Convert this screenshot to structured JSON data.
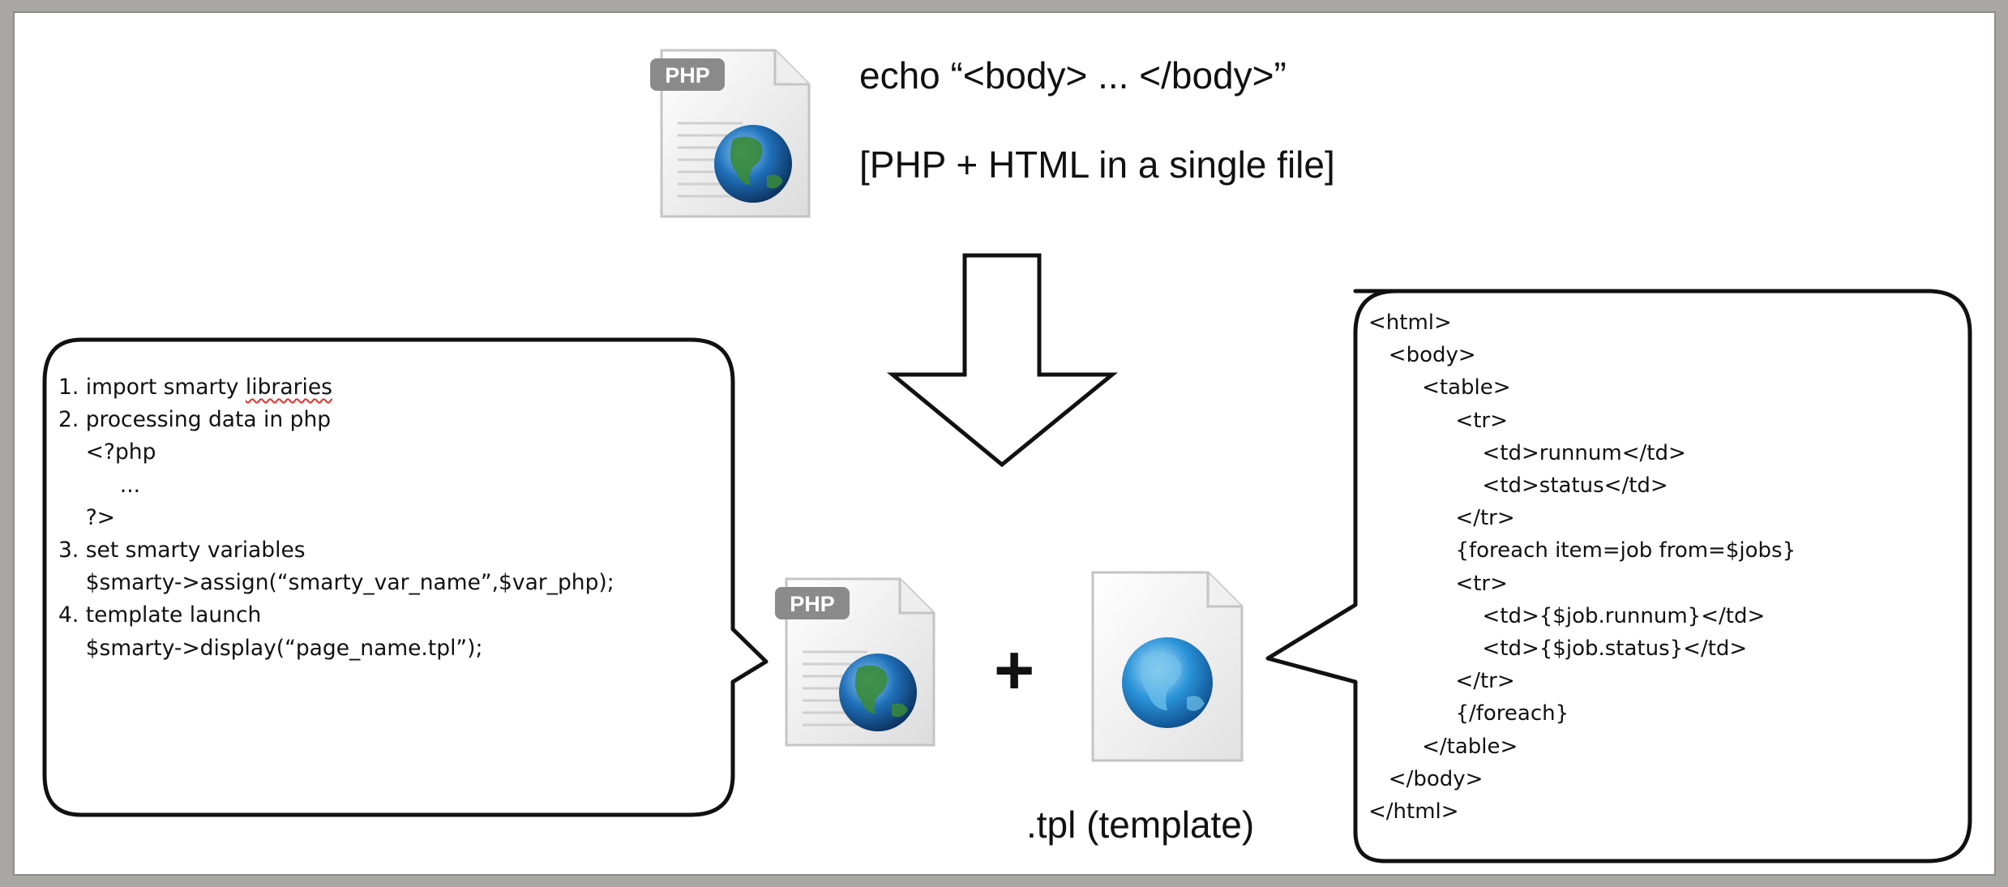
{
  "top": {
    "echo_text": "echo “<body> ... </body>”",
    "note_text": "[PHP + HTML in a single file]"
  },
  "icons": {
    "php_badge": "PHP",
    "php_icon": "php-file-globe-icon",
    "template_icon": "html-file-globe-icon"
  },
  "operators": {
    "plus": "+"
  },
  "template_caption": ".tpl (template)",
  "left_steps": {
    "step1_prefix": "1. import smarty ",
    "step1_misspelled": "libraries",
    "rest": [
      "",
      "2. processing data in php",
      "    <?php",
      "         ...",
      "    ?>",
      "",
      "3. set smarty variables",
      "    $smarty->assign(“smarty_var_name”,$var_php);",
      "",
      "4. template launch",
      "    $smarty->display(“page_name.tpl”);"
    ]
  },
  "right_template_code": [
    "<html>",
    "   <body>",
    "        <table>",
    "             <tr>",
    "                 <td>runnum</td>",
    "                 <td>status</td>",
    "             </tr>",
    "             {foreach item=job from=$jobs}",
    "             <tr>",
    "                 <td>{$job.runnum}</td>",
    "                 <td>{$job.status}</td>",
    "             </tr>",
    "             {/foreach}",
    "        </table>",
    "   </body>",
    "</html>"
  ],
  "colors": {
    "background": "#a8a7a3",
    "panel": "#ffffff",
    "badge": "#8a8a8a",
    "globe_blue": "#1f6fb8",
    "globe_green": "#3a8a3a",
    "spellcheck_underline": "#e0342c"
  }
}
